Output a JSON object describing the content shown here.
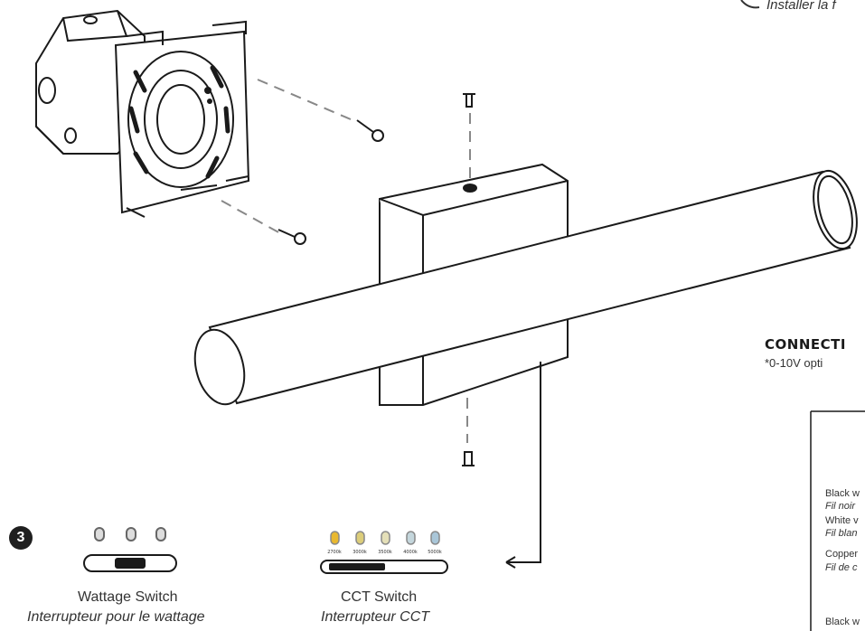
{
  "header": {
    "top_note": "Installer la f"
  },
  "step": {
    "number": "3"
  },
  "wattage_switch": {
    "label_en": "Wattage Switch",
    "label_fr": "Interrupteur pour le wattage"
  },
  "cct_switch": {
    "label_en": "CCT Switch",
    "label_fr": "Interrupteur CCT",
    "positions": [
      "2700k",
      "3000k",
      "3500k",
      "4000k",
      "5000k"
    ]
  },
  "connection": {
    "title": "CONNECTI",
    "subtitle": "*0-10V opti",
    "wires": [
      {
        "en": "Black w",
        "fr": "Fil noir"
      },
      {
        "en": "White v",
        "fr": "Fil blan"
      },
      {
        "en": "Copper",
        "fr": "Fil de c"
      },
      {
        "en": "Black w",
        "fr": ""
      }
    ]
  },
  "colors": {
    "line": "#1a1a1a",
    "led_warm": "#e8b830",
    "led_mid": "#dccd7a",
    "led_neutral": "#e4dfb8",
    "led_cool": "#c4d6dc",
    "led_coolest": "#a9c6d8"
  }
}
